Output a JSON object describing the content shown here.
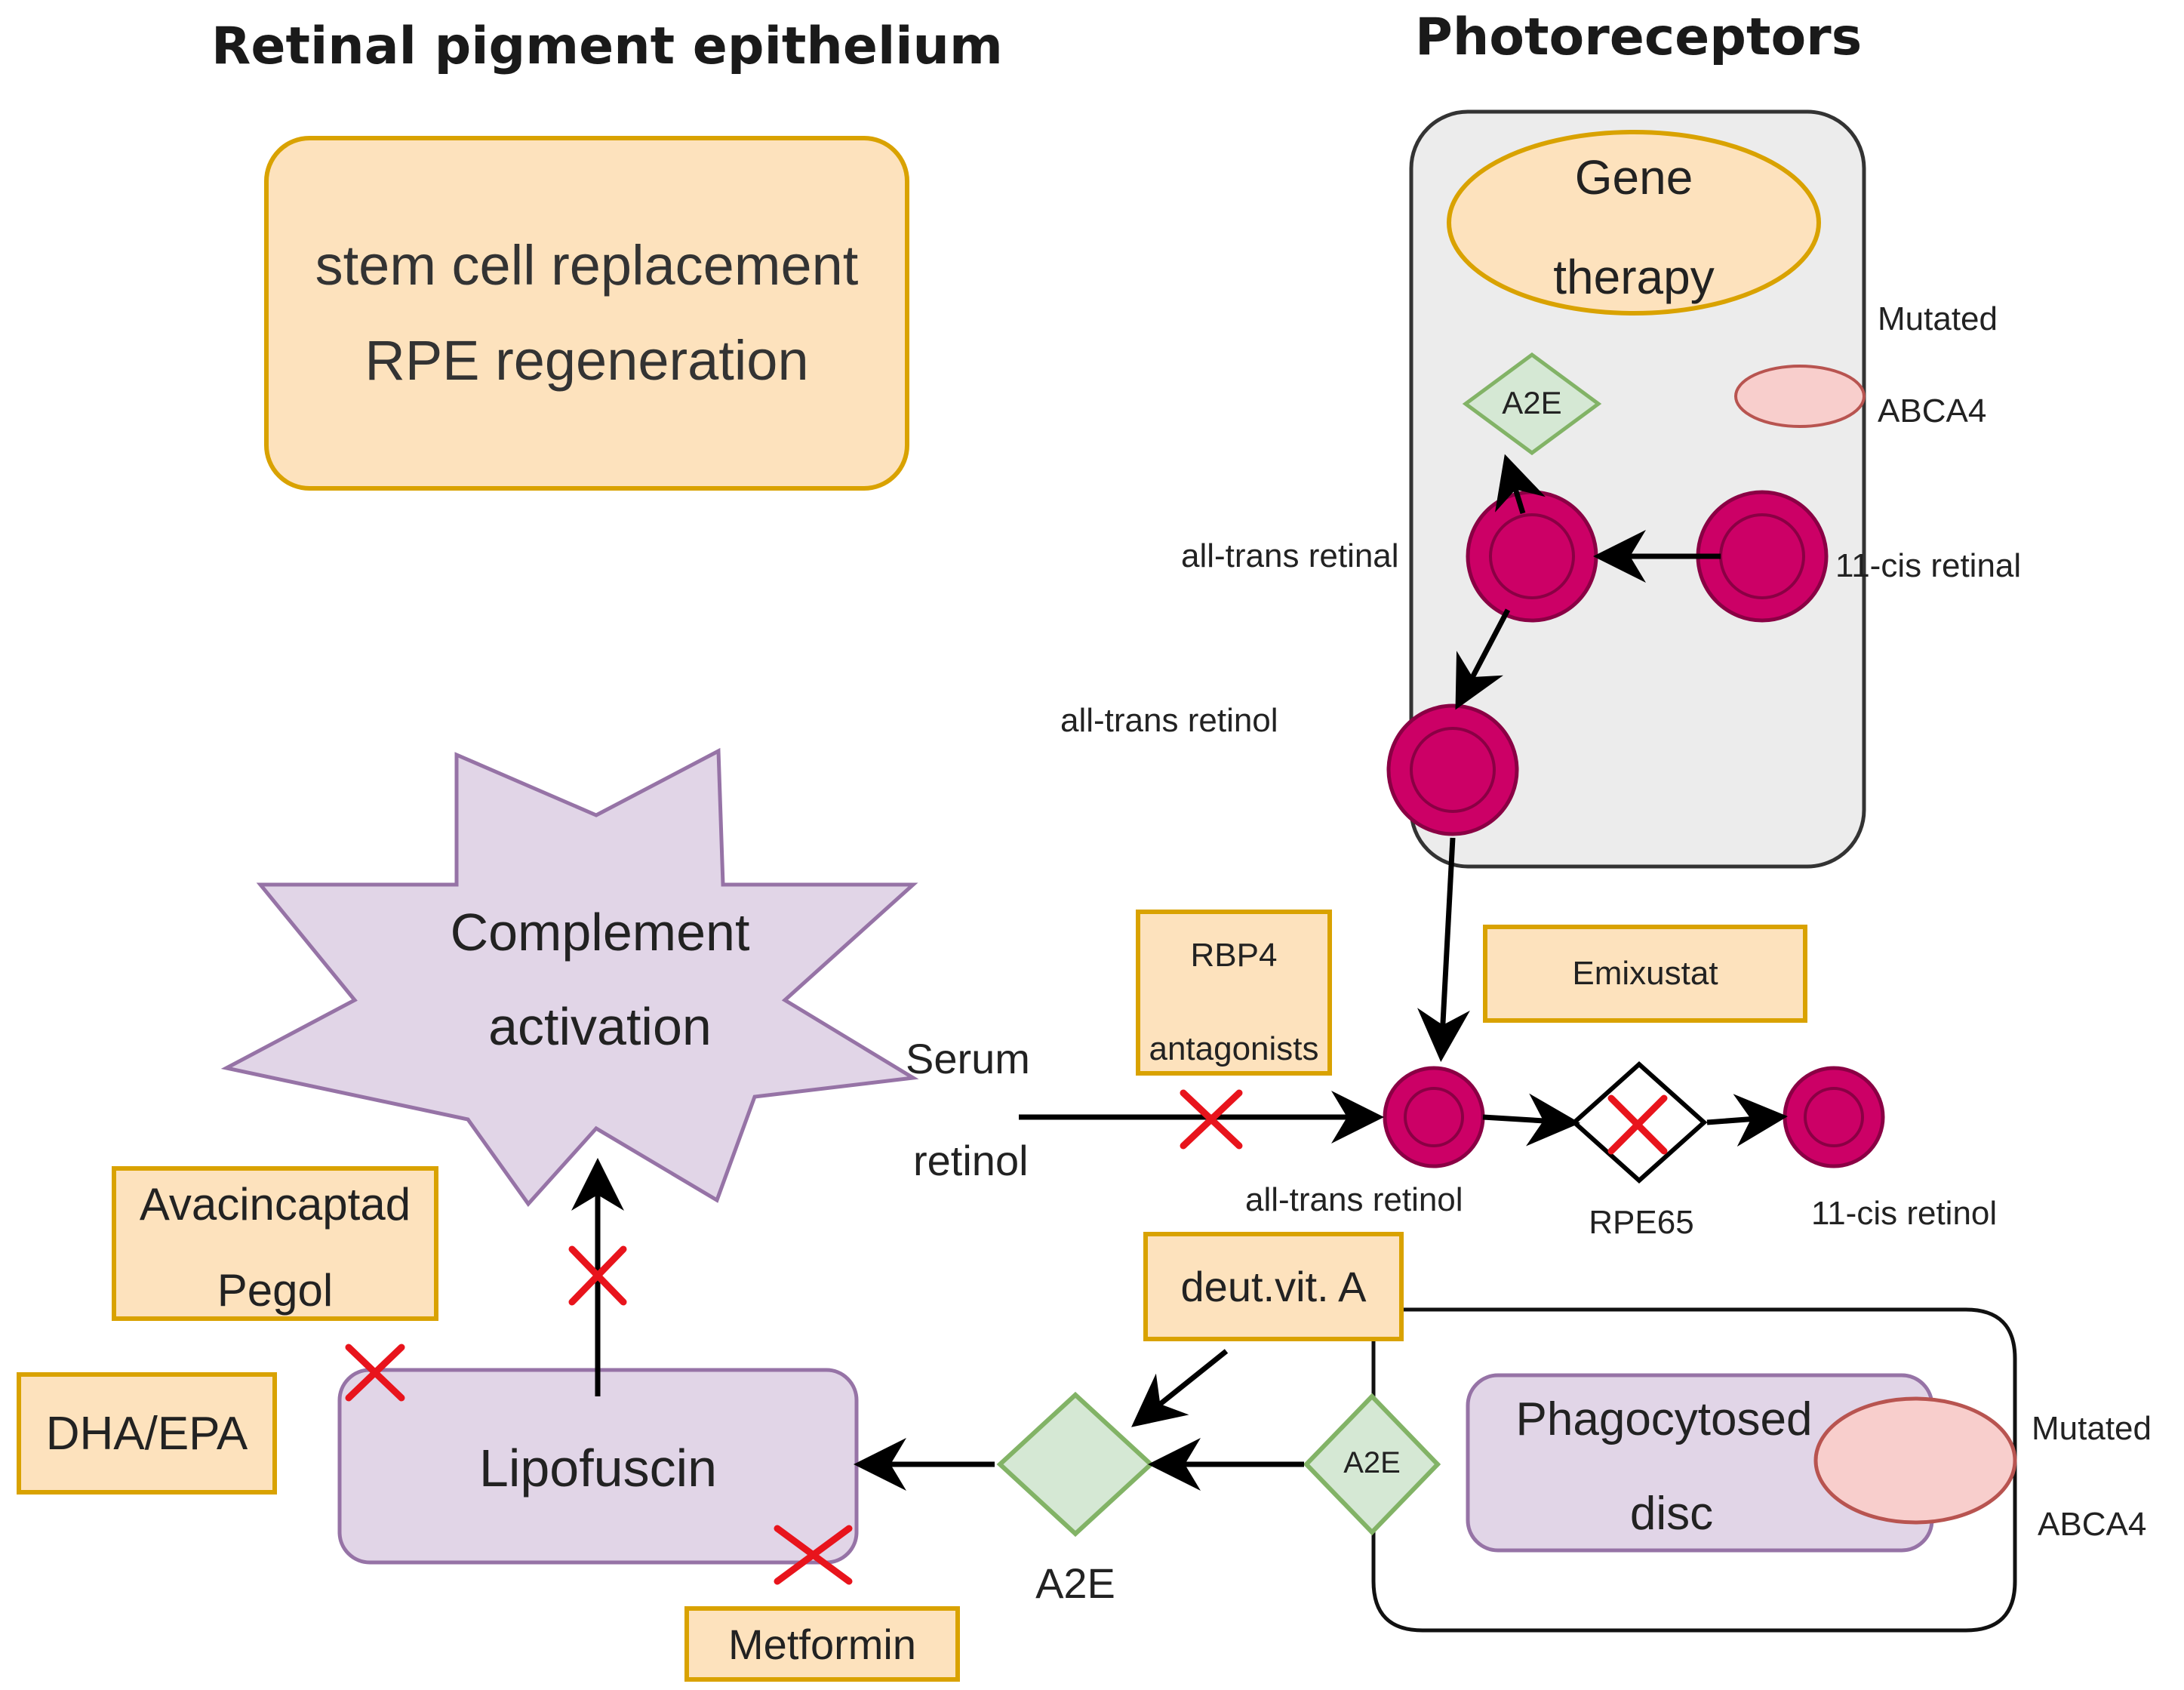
{
  "headings": {
    "rpe": "Retinal pigment epithelium",
    "photoreceptors": "Photoreceptors"
  },
  "therapies": {
    "stem_cell": [
      "stem cell replacement",
      "RPE regeneration"
    ],
    "gene_therapy": [
      "Gene",
      "therapy"
    ],
    "rbp4": [
      "RBP4",
      "antagonists"
    ],
    "emixustat": "Emixustat",
    "deut_vit_a": "deut.vit. A",
    "avacincaptad": [
      "Avacincaptad",
      "Pegol"
    ],
    "dha_epa": "DHA/EPA",
    "metformin": "Metformin"
  },
  "photoreceptor": {
    "mutated_abca4": [
      "Mutated",
      "ABCA4"
    ],
    "a2e": "A2E",
    "all_trans_retinal": "all-trans retinal",
    "cis_retinal": "11-cis retinal",
    "all_trans_retinol": "all-trans retinol"
  },
  "rpe_cycle": {
    "serum_retinol": [
      "Serum",
      "retinol"
    ],
    "all_trans_retinol": "all-trans retinol",
    "rpe65": "RPE65",
    "cis_retinol": "11-cis retinol"
  },
  "disc": {
    "phagocytosed": [
      "Phagocytosed",
      "disc"
    ],
    "a2e_small": "A2E",
    "mutated_abca4": [
      "Mutated",
      "ABCA4"
    ],
    "a2e_large": "A2E"
  },
  "complement": [
    "Complement",
    "activation"
  ],
  "lipofuscin": "Lipofuscin",
  "colors": {
    "therapy_fill": "#fde2bd",
    "therapy_border": "#d9a200",
    "retinoid": "#cc0066",
    "a2e_fill": "#d5e8d4",
    "a2e_border": "#82b366",
    "purple_fill": "#e1d5e7",
    "purple_border": "#9673a6",
    "inhibit_x": "#e8141c",
    "photoreceptor_fill": "#ececec"
  }
}
